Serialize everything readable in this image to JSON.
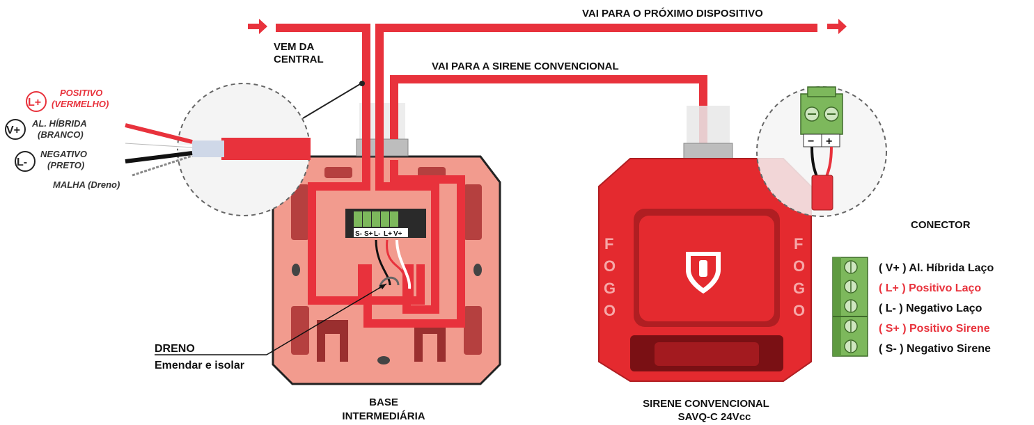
{
  "top_labels": {
    "vem_da_central_1": "VEM DA",
    "vem_da_central_2": "CENTRAL",
    "vai_proximo": "VAI PARA O PRÓXIMO DISPOSITIVO",
    "vai_sirene": "VAI PARA A SIRENE CONVENCIONAL"
  },
  "cable_legend": {
    "positivo_badge": "L+",
    "positivo_1": "POSITIVO",
    "positivo_2": "(VERMELHO)",
    "hibrida_badge": "V+",
    "hibrida_1": "AL. HÍBRIDA",
    "hibrida_2": "(BRANCO)",
    "negativo_badge": "L-",
    "negativo_1": "NEGATIVO",
    "negativo_2": "(PRETO)",
    "malha": "MALHA (Dreno)"
  },
  "base": {
    "terminals": [
      "S-",
      "S+",
      "L-",
      "L+",
      "V+"
    ],
    "label_1": "BASE",
    "label_2": "INTERMEDIÁRIA",
    "dreno_title": "DRENO",
    "dreno_note": "Emendar e isolar"
  },
  "siren": {
    "fogo": [
      "F",
      "O",
      "G",
      "O"
    ],
    "label_1": "SIRENE CONVENCIONAL",
    "label_2": "SAVQ-C  24Vcc",
    "minus": "−",
    "plus": "+"
  },
  "connector": {
    "title": "CONECTOR",
    "rows": [
      {
        "text": "( V+ ) Al. Híbrida Laço",
        "color": "#111111"
      },
      {
        "text": "( L+ ) Positivo Laço",
        "color": "#e8323c"
      },
      {
        "text": "( L- ) Negativo Laço",
        "color": "#111111"
      },
      {
        "text": "( S+ ) Positivo Sirene",
        "color": "#e8323c"
      },
      {
        "text": "( S- ) Negativo Sirene",
        "color": "#111111"
      }
    ]
  },
  "colors": {
    "wire_red": "#e8323c",
    "base_body": "#f29b8e",
    "siren_body": "#e42a2f",
    "connector_green": "#7db85c"
  }
}
